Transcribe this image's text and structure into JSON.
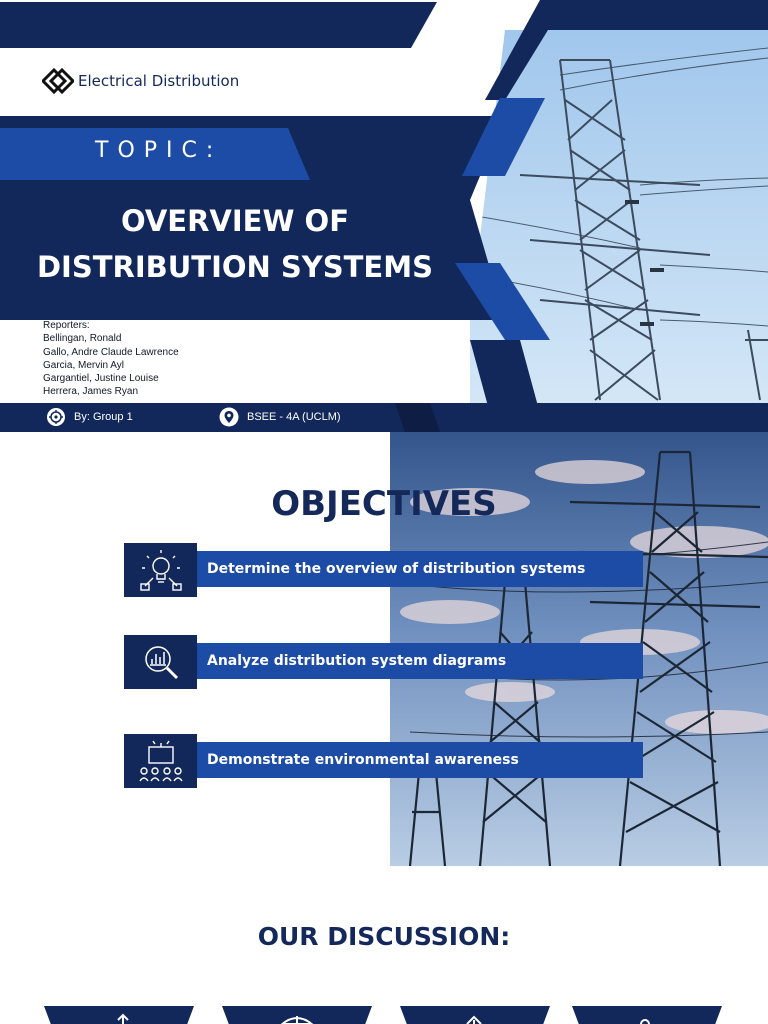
{
  "colors": {
    "navy": "#13285a",
    "blue": "#1d4ca6",
    "text": "#14295a"
  },
  "slide1": {
    "brand": "Electrical Distribution",
    "topic_label": "TOPIC:",
    "title_line1": "OVERVIEW OF",
    "title_line2": "DISTRIBUTION SYSTEMS",
    "reporters_heading": "Reporters:",
    "reporters": [
      "Bellingan, Ronald",
      "Gallo, Andre Claude Lawrence",
      "Garcia, Mervin Ayl",
      "Gargantiel, Justine Louise",
      "Herrera, James Ryan"
    ],
    "group": "By: Group 1",
    "section": "BSEE - 4A (UCLM)"
  },
  "slide2": {
    "title": "OBJECTIVES",
    "objectives": [
      {
        "text": "Determine the overview of distribution systems",
        "icon": "lightbulb-icon"
      },
      {
        "text": "Analyze distribution system diagrams",
        "icon": "magnifier-chart-icon"
      },
      {
        "text": "Demonstrate environmental awareness",
        "icon": "presentation-icon"
      }
    ]
  },
  "slide3": {
    "title": "OUR DISCUSSION:"
  }
}
